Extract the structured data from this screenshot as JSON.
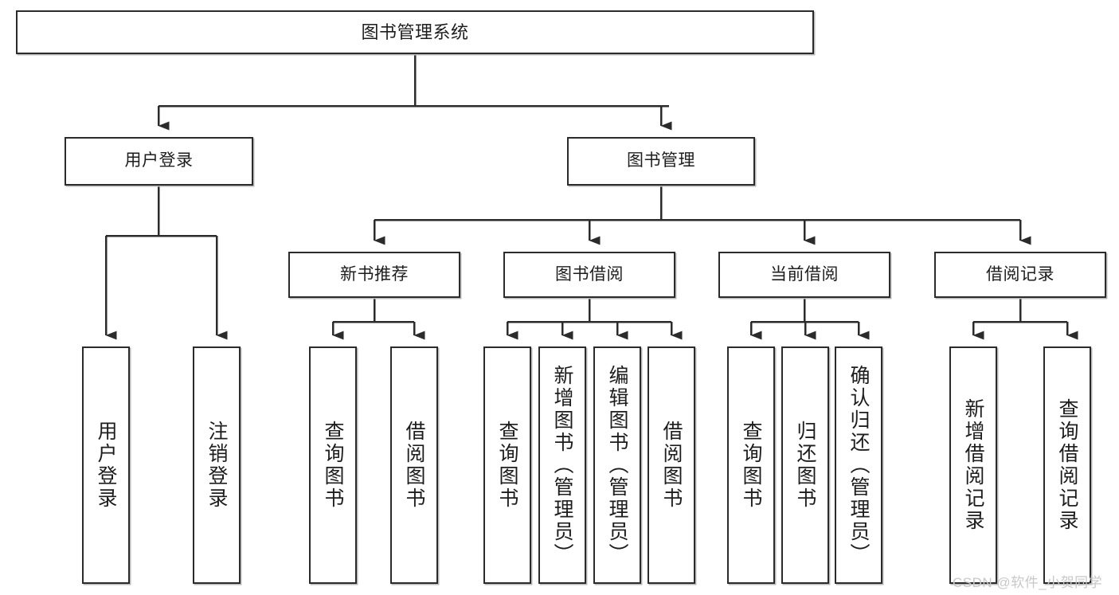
{
  "diagram": {
    "title": "图书管理系统",
    "type": "hierarchy-tree",
    "orientation": "top-down",
    "stroke_color": "#2b2b2b",
    "fill_color": "#ffffff",
    "text_color": "#1d1d1d"
  },
  "nodes": {
    "root": {
      "label": "图书管理系统"
    },
    "level2": [
      {
        "label": "用户登录"
      },
      {
        "label": "图书管理"
      }
    ],
    "level3": [
      {
        "label": "新书推荐"
      },
      {
        "label": "图书借阅"
      },
      {
        "label": "当前借阅"
      },
      {
        "label": "借阅记录"
      }
    ],
    "leaves": {
      "user_login": [
        {
          "label": "用户登录"
        },
        {
          "label": "注销登录"
        }
      ],
      "new_book_recommend": [
        {
          "label": "查询图书"
        },
        {
          "label": "借阅图书"
        }
      ],
      "book_borrow": [
        {
          "label": "查询图书"
        },
        {
          "label": "新增图书（管理员）"
        },
        {
          "label": "编辑图书（管理员）"
        },
        {
          "label": "借阅图书"
        }
      ],
      "current_borrow": [
        {
          "label": "查询图书"
        },
        {
          "label": "归还图书"
        },
        {
          "label": "确认归还（管理员）"
        }
      ],
      "borrow_record": [
        {
          "label": "新增借阅记录"
        },
        {
          "label": "查询借阅记录"
        }
      ]
    }
  },
  "watermark": {
    "text": "CSDN @软件_小贺同学",
    "color": "#c8c8c8"
  },
  "chart_data": {
    "type": "table",
    "title": "图书管理系统 功能结构图",
    "tree": {
      "name": "图书管理系统",
      "children": [
        {
          "name": "用户登录",
          "children": [
            {
              "name": "用户登录"
            },
            {
              "name": "注销登录"
            }
          ]
        },
        {
          "name": "图书管理",
          "children": [
            {
              "name": "新书推荐",
              "children": [
                {
                  "name": "查询图书"
                },
                {
                  "name": "借阅图书"
                }
              ]
            },
            {
              "name": "图书借阅",
              "children": [
                {
                  "name": "查询图书"
                },
                {
                  "name": "新增图书（管理员）"
                },
                {
                  "name": "编辑图书（管理员）"
                },
                {
                  "name": "借阅图书"
                }
              ]
            },
            {
              "name": "当前借阅",
              "children": [
                {
                  "name": "查询图书"
                },
                {
                  "name": "归还图书"
                },
                {
                  "name": "确认归还（管理员）"
                }
              ]
            },
            {
              "name": "借阅记录",
              "children": [
                {
                  "name": "新增借阅记录"
                },
                {
                  "name": "查询借阅记录"
                }
              ]
            }
          ]
        }
      ]
    }
  }
}
